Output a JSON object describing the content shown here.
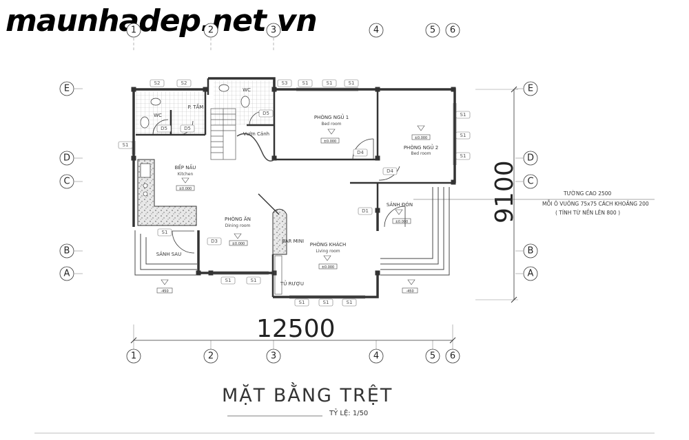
{
  "watermark": "maunhadep.net.vn",
  "title": "MẶT BẰNG TRỆT",
  "scale": "TỶ LỆ: 1/50",
  "dimensions": {
    "width": "12500",
    "height": "9100"
  },
  "notes": [
    "TƯỜNG CAO 2500",
    "MỖI Ô VUÔNG 75x75 CÁCH KHOẢNG 200",
    "( TÍNH TỪ NỀN LÊN 800 )"
  ],
  "grid": {
    "columns": [
      "1",
      "2",
      "3",
      "4",
      "5",
      "6"
    ],
    "rows": [
      "E",
      "D",
      "C",
      "B",
      "A"
    ]
  },
  "rooms": {
    "wc1": "WC",
    "wc2": "WC",
    "bath": "P. TẮM",
    "garden": "Vườn Cảnh",
    "bed1": {
      "name": "PHÒNG NGỦ 1",
      "sub": "Bed room"
    },
    "bed2": {
      "name": "PHÒNG NGỦ 2",
      "sub": "Bed room"
    },
    "kitchen": {
      "name": "BẾP NẤU",
      "sub": "Kitchen"
    },
    "dining": {
      "name": "PHÒNG ĂN",
      "sub": "Dining room"
    },
    "living": {
      "name": "PHÒNG KHÁCH",
      "sub": "Living room"
    },
    "hall": "SẢNH ĐÓN",
    "back": "SẢNH SAU",
    "bar": "BAR MINI",
    "wine": "TỦ RƯỢU"
  },
  "tags": {
    "s1": "S1",
    "s2": "S2",
    "s3": "S3",
    "d1": "D1",
    "d3": "D3",
    "d4": "D4",
    "d5": "D5"
  },
  "levels": {
    "zero": "±0.000",
    "minus": "-450"
  }
}
